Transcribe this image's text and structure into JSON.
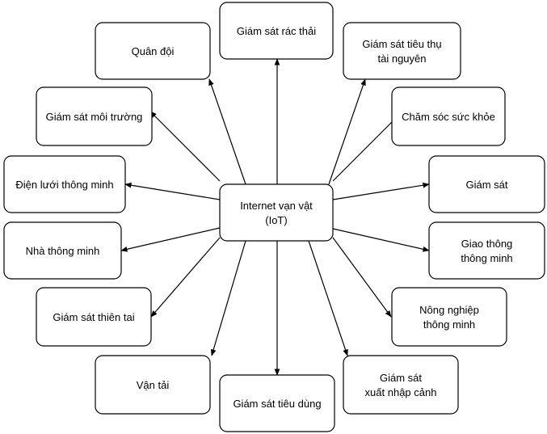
{
  "center": {
    "id": "iot",
    "lines": [
      "Internet vạn vật",
      "(IoT)"
    ]
  },
  "nodes": [
    {
      "id": "waste",
      "lines": [
        "Giám sát rác thải"
      ]
    },
    {
      "id": "resource",
      "lines": [
        "Giám sát tiêu thụ",
        "tài nguyên"
      ]
    },
    {
      "id": "health",
      "lines": [
        "Chăm sóc sức khỏe"
      ]
    },
    {
      "id": "surveillance",
      "lines": [
        "Giám sát"
      ]
    },
    {
      "id": "traffic",
      "lines": [
        "Giao thông",
        "thông minh"
      ]
    },
    {
      "id": "agriculture",
      "lines": [
        "Nông nghiệp",
        "thông minh"
      ]
    },
    {
      "id": "customs",
      "lines": [
        "Giám sát",
        "xuất nhập cảnh"
      ]
    },
    {
      "id": "consumer",
      "lines": [
        "Giám sát tiêu dùng"
      ]
    },
    {
      "id": "transport",
      "lines": [
        "Vận tải"
      ]
    },
    {
      "id": "disaster",
      "lines": [
        "Giám sát thiên tai"
      ]
    },
    {
      "id": "smarthome",
      "lines": [
        "Nhà thông minh"
      ]
    },
    {
      "id": "grid",
      "lines": [
        "Điện lưới thông minh"
      ]
    },
    {
      "id": "environment",
      "lines": [
        "Giám sát môi trường"
      ]
    },
    {
      "id": "military",
      "lines": [
        "Quân đội"
      ]
    }
  ]
}
